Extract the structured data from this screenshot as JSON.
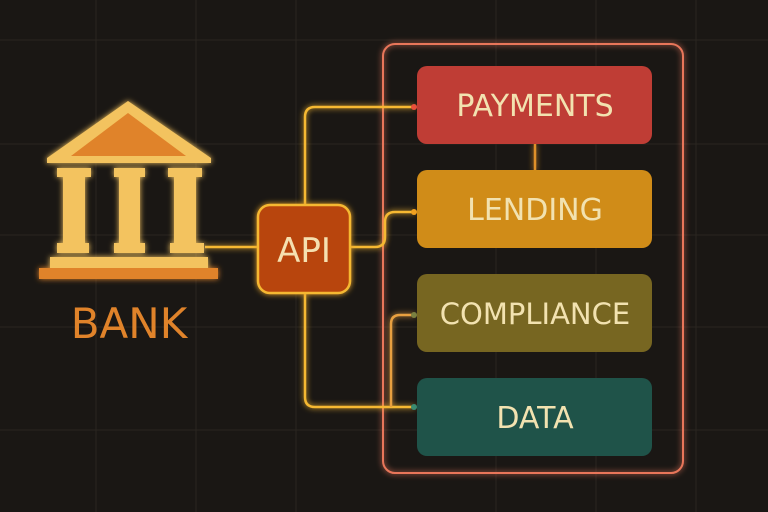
{
  "bank": {
    "label": "BANK"
  },
  "api": {
    "label": "API"
  },
  "modules": [
    {
      "label": "PAYMENTS",
      "color": "#bf3d35"
    },
    {
      "label": "LENDING",
      "color": "#d08c18"
    },
    {
      "label": "COMPLIANCE",
      "color": "#776621"
    },
    {
      "label": "DATA",
      "color": "#1f5349"
    }
  ],
  "colors": {
    "background": "#1a1714",
    "accent": "#f5b830",
    "container": "#e8765a",
    "text": "#f2e2b0",
    "bank": "#f3c35e",
    "bank_dark": "#e0832a"
  }
}
